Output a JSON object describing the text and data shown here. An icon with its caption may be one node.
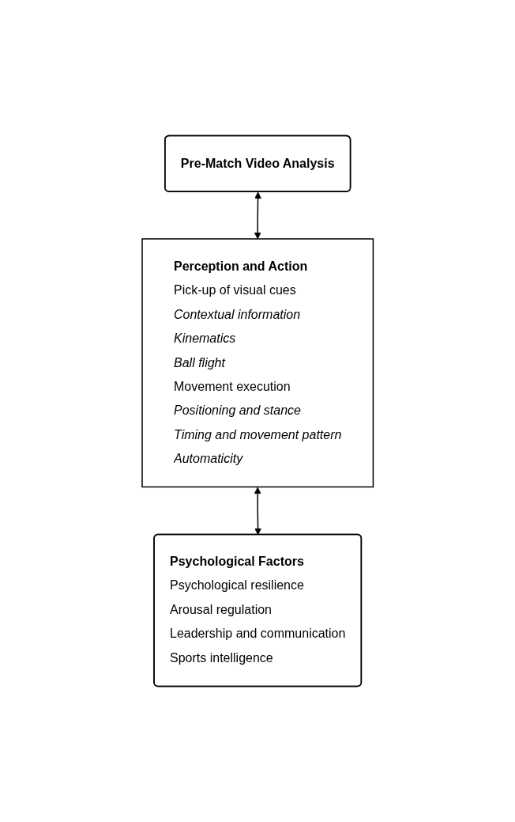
{
  "diagram": {
    "nodes": [
      {
        "text": [
          "Pre-Match Video Analysis"
        ]
      },
      {
        "text": [
          "Perception and Action",
          "Pick-up of visual cues",
          "Contextual information",
          "Kinematics",
          "Ball flight",
          "Movement execution",
          "Positioning and stance",
          "Timing and movement pattern",
          "Automaticity"
        ]
      },
      {
        "text": [
          "Psychological Factors",
          "Psychological resilience",
          "Arousal regulation",
          "Leadership and communication",
          "Sports intelligence"
        ]
      }
    ],
    "edges": [
      {
        "from": 0,
        "to": 1,
        "arrow": "both"
      },
      {
        "from": 1,
        "to": 2,
        "arrow": "both"
      }
    ]
  }
}
